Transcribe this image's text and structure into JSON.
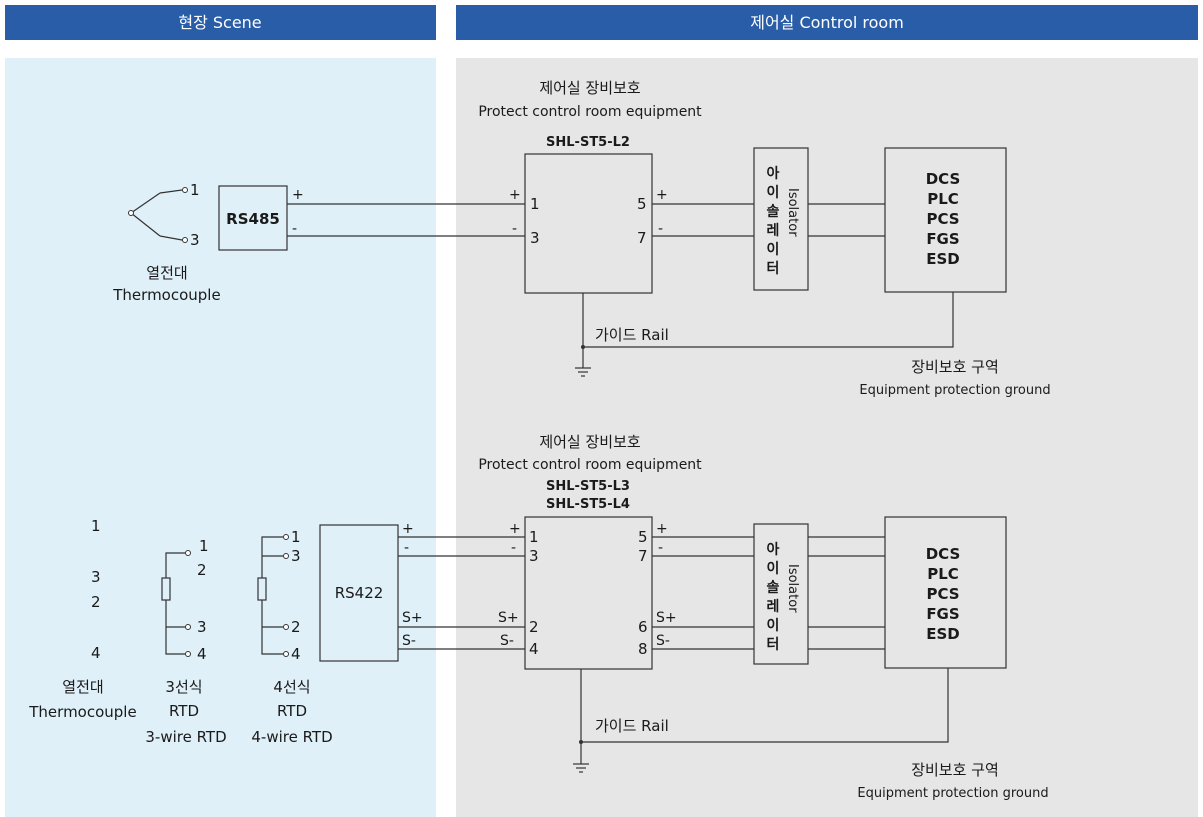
{
  "colors": {
    "header_bg": "#2a5da8",
    "scene_bg": "#dff0f8",
    "control_bg": "#e6e6e6",
    "line": "#333333"
  },
  "header": {
    "scene": "현장 Scene",
    "control": "제어실  Control room"
  },
  "top": {
    "protect_ko": "제어실 장비보호",
    "protect_en": "Protect control room equipment",
    "model": "SHL-ST5-L2",
    "rs485": "RS485",
    "tc_pins": [
      "1",
      "3"
    ],
    "tc_label_ko": "열전대",
    "tc_label_en": "Thermocouple",
    "wire_plus": "+",
    "wire_minus": "-",
    "in_pins": [
      "1",
      "3"
    ],
    "out_pins": [
      "5",
      "7"
    ],
    "isolator_ko": [
      "아",
      "이",
      "솔",
      "레",
      "이",
      "터"
    ],
    "isolator_en": "Isolator",
    "systems": [
      "DCS",
      "PLC",
      "PCS",
      "FGS",
      "ESD"
    ],
    "rail": "가이드 Rail",
    "ground_ko": "장비보호  구역",
    "ground_en": "Equipment protection ground"
  },
  "bottom": {
    "protect_ko": "제어실 장비보호",
    "protect_en": "Protect control room equipment",
    "model1": "SHL-ST5-L3",
    "model2": "SHL-ST5-L4",
    "rs422": "RS422",
    "tc_pins": [
      "1",
      "3",
      "2",
      "4"
    ],
    "tc_label_ko": "열전대",
    "tc_label_en": "Thermocouple",
    "rtd3_pins": [
      "1",
      "2",
      "3",
      "4"
    ],
    "rtd3_label_ko": "3선식",
    "rtd3_label_mid": "RTD",
    "rtd3_label_en": "3-wire RTD",
    "rtd4_pins": [
      "1",
      "3",
      "2",
      "4"
    ],
    "rtd4_label_ko": "4선식",
    "rtd4_label_mid": "RTD",
    "rtd4_label_en": "4-wire RTD",
    "wire_labels": [
      "+",
      "-",
      "S+",
      "S-"
    ],
    "in_pins": [
      "1",
      "3",
      "2",
      "4"
    ],
    "out_pins": [
      "5",
      "7",
      "6",
      "8"
    ],
    "isolator_ko": [
      "아",
      "이",
      "솔",
      "레",
      "이",
      "터"
    ],
    "isolator_en": "Isolator",
    "systems": [
      "DCS",
      "PLC",
      "PCS",
      "FGS",
      "ESD"
    ],
    "rail": "가이드 Rail",
    "ground_ko": "장비보호  구역",
    "ground_en": "Equipment protection ground"
  }
}
